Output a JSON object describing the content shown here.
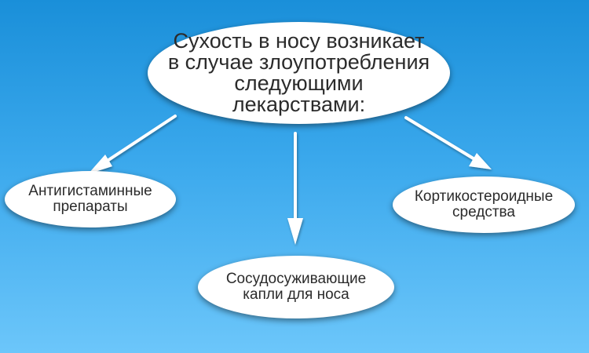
{
  "diagram": {
    "central": {
      "line1": "Сухость в носу возникает",
      "line2": "в случае злоупотребления",
      "line3": "следующими",
      "line4": "лекарствами:"
    },
    "left": {
      "line1": "Антигистаминные",
      "line2": "препараты"
    },
    "bottom": {
      "line1": "Сосудосуживающие",
      "line2": "капли для носа"
    },
    "right": {
      "line1": "Кортикостероидные",
      "line2": "средства"
    }
  },
  "colors": {
    "background_top": "#1a8fd9",
    "background_bottom": "#6cc6fa",
    "node_fill": "#ffffff",
    "arrow": "#ffffff",
    "text": "#2b2b2b"
  }
}
